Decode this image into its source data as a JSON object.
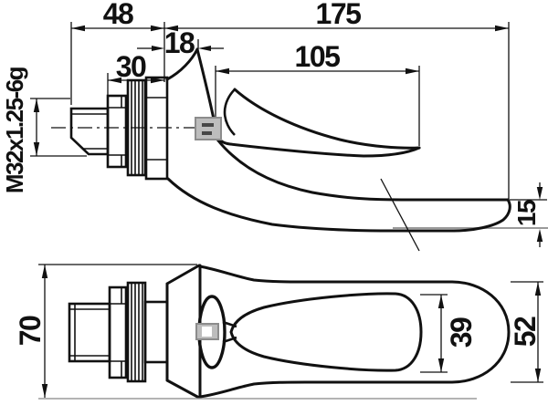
{
  "drawing": {
    "description": "technical dimension drawing of a single-lever basin faucet, side view and top view",
    "dims": {
      "d48": "48",
      "d175": "175",
      "d18": "18",
      "d30": "30",
      "d105": "105",
      "thread": "M32x1.25-6g",
      "d15": "15",
      "d70": "70",
      "d39": "39",
      "d52": "52"
    },
    "colors": {
      "line": "#111111",
      "gray_reference_line": "#9a9a9a",
      "highlight_fill": "#bdbdbd",
      "highlight_border": "#8c8c8c",
      "background": "#ffffff"
    }
  }
}
